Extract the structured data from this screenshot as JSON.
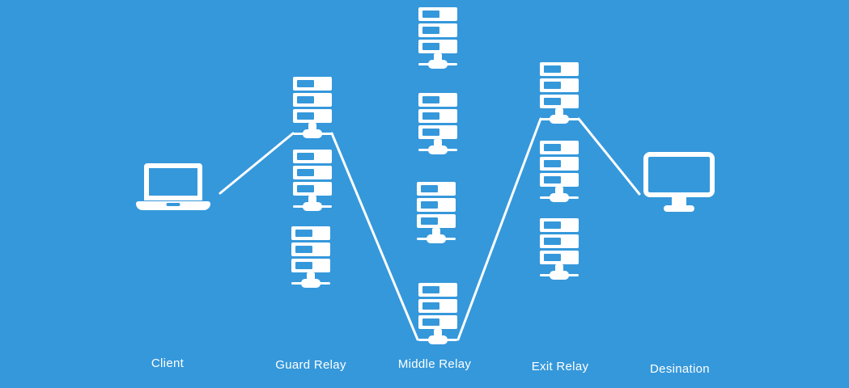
{
  "colors": {
    "background": "#3598db",
    "foreground": "#ffffff"
  },
  "nodes": [
    {
      "id": "client",
      "label": "Client",
      "icon": "laptop-icon",
      "server_count": 0
    },
    {
      "id": "guard-relay",
      "label": "Guard Relay",
      "icon": "server-stack-icon",
      "server_count": 3
    },
    {
      "id": "middle-relay",
      "label": "Middle Relay",
      "icon": "server-stack-icon",
      "server_count": 4
    },
    {
      "id": "exit-relay",
      "label": "Exit Relay",
      "icon": "server-stack-icon",
      "server_count": 3
    },
    {
      "id": "destination",
      "label": "Desination",
      "icon": "monitor-icon",
      "server_count": 0
    }
  ],
  "connections": [
    {
      "from": "Client",
      "to": "Guard Relay"
    },
    {
      "from": "Guard Relay",
      "to": "Middle Relay"
    },
    {
      "from": "Middle Relay",
      "to": "Exit Relay"
    },
    {
      "from": "Exit Relay",
      "to": "Desination"
    }
  ]
}
